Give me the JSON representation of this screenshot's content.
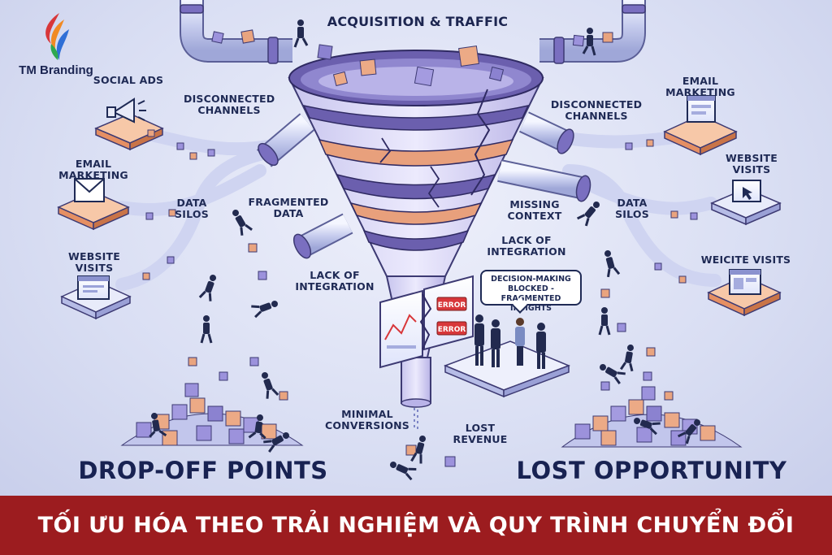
{
  "brand": {
    "name": "TM Branding",
    "logo_icon": "flame-leaf-logo-icon"
  },
  "labels": {
    "acquisition": "ACQUISITION & TRAFFIC",
    "social_ads": "SOCIAL ADS",
    "email_marketing_left": "EMAIL MARKETING",
    "website_visits_left": "WEBSITE\nVISITS",
    "disconnected_channels_left": "DISCONNECTED\nCHANNELS",
    "data_silos_left": "DATA\nSILOS",
    "fragmented_data": "FRAGMENTED\nDATA",
    "lack_of_integration_left": "LACK OF\nINTEGRATION",
    "email_marketing_right": "EMAIL MARKETING",
    "disconnected_channels_right": "DISCONNECTED\nCHANNELS",
    "website_visits_right": "WEBSITE\nVISITS",
    "data_silos_right": "DATA\nSILOS",
    "weicite_visits": "WEICITE VISITS",
    "missing_context": "MISSING\nCONTEXT",
    "lack_of_integration_right": "LACK OF\nINTEGRATION",
    "minimal_conversions": "MINIMAL\nCONVERSIONS",
    "lost_revenue": "LOST REVENUE",
    "drop_off_points": "DROP-OFF POINTS",
    "lost_opportunity": "LOST OPPORTUNITY"
  },
  "bubble": {
    "line1": "DECISION-MAKING",
    "line2": "BLOCKED -",
    "line3": "FRAGMENTED INSIGHTS"
  },
  "dashboard": {
    "error_1": "ERROR",
    "error_2": "ERROR"
  },
  "footer": {
    "title": "TỐI ƯU HÓA THEO TRẢI NGHIỆM VÀ QUY TRÌNH CHUYỂN ĐỔI"
  },
  "colors": {
    "footer_bg": "#9c1c1f",
    "funnel_purple": "#6b5fae",
    "funnel_orange": "#e8a07c",
    "text_navy": "#1f2a55",
    "error_red": "#d8373a"
  }
}
